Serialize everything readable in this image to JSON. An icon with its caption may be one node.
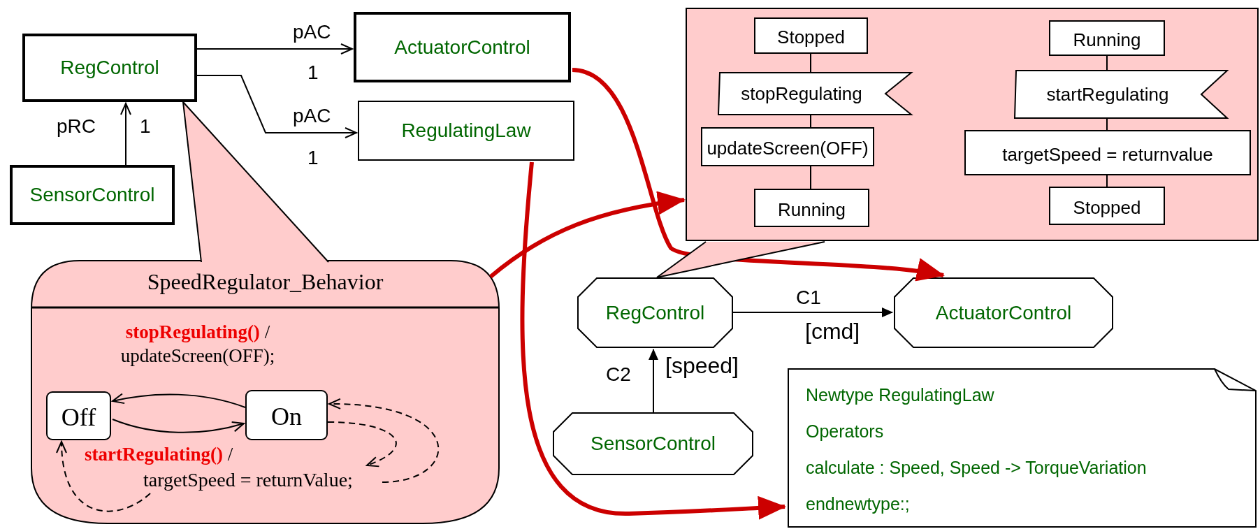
{
  "diagram": {
    "nodes": [
      {
        "text": [
          "RegControl"
        ]
      },
      {
        "text": [
          "ActuatorControl"
        ]
      },
      {
        "text": [
          "RegulatingLaw"
        ]
      },
      {
        "text": [
          "SensorControl"
        ]
      },
      {
        "text": [
          "SpeedRegulator_Behavior"
        ]
      },
      {
        "text": [
          "Off"
        ],
        "in": 4
      },
      {
        "text": [
          "On"
        ],
        "in": 4
      },
      {
        "text": [
          "targetSpeed = returnValue;"
        ],
        "in": 4
      },
      {
        "text": [],
        "shape": "box"
      },
      {
        "text": [
          "Stopped"
        ],
        "in": 8
      },
      {
        "text": [
          "stopRegulating"
        ],
        "in": 8
      },
      {
        "text": [
          "updateScreen(OFF)"
        ],
        "in": 8
      },
      {
        "text": [
          "Running"
        ],
        "in": 8
      },
      {
        "text": [
          "Running"
        ],
        "in": 8
      },
      {
        "text": [
          "startRegulating"
        ],
        "in": 8
      },
      {
        "text": [
          "targetSpeed = returnvalue"
        ],
        "in": 8
      },
      {
        "text": [
          "Stopped"
        ],
        "in": 8
      },
      {
        "text": [
          "RegControl"
        ]
      },
      {
        "text": [
          "ActuatorControl"
        ]
      },
      {
        "text": [
          "SensorControl"
        ]
      },
      {
        "text": [
          "Newtype RegulatingLaw",
          "Operators",
          "calculate : Speed, Speed -> TorqueVariation",
          "endnewtype:;"
        ]
      }
    ],
    "edges": [
      {
        "from": 0,
        "to": 1,
        "arrow": "to",
        "label": "pAC"
      },
      {
        "from": 0,
        "to": 2,
        "arrow": "to",
        "label": "pAC"
      },
      {
        "from": 3,
        "to": 0,
        "arrow": "to",
        "label": "pRC"
      },
      {
        "from": 4,
        "to": 0,
        "arrow": "none"
      },
      {
        "from": 6,
        "to": 5,
        "arrow": "to",
        "label": "**stopRegulating()** / updateScreen(OFF);"
      },
      {
        "from": 5,
        "to": 6,
        "arrow": "to",
        "label": "**startRegulating()** /"
      },
      {
        "from": 6,
        "to": 7,
        "arrow": "to",
        "style": "dashed"
      },
      {
        "from": 7,
        "to": 6,
        "arrow": "to",
        "style": "dashed"
      },
      {
        "from": 7,
        "to": 5,
        "arrow": "to",
        "style": "dashed"
      },
      {
        "from": 4,
        "to": 8,
        "arrow": "to",
        "style": "thick",
        "color": "#cc0000"
      },
      {
        "from": 2,
        "to": 20,
        "arrow": "to",
        "style": "thick",
        "color": "#cc0000"
      },
      {
        "from": 1,
        "to": 18,
        "arrow": "to",
        "style": "thick",
        "color": "#cc0000"
      },
      {
        "from": 8,
        "to": 17,
        "arrow": "none"
      },
      {
        "from": 9,
        "to": 10,
        "arrow": "none"
      },
      {
        "from": 10,
        "to": 11,
        "arrow": "none"
      },
      {
        "from": 11,
        "to": 12,
        "arrow": "none"
      },
      {
        "from": 13,
        "to": 14,
        "arrow": "none"
      },
      {
        "from": 14,
        "to": 15,
        "arrow": "none"
      },
      {
        "from": 15,
        "to": 16,
        "arrow": "none"
      },
      {
        "from": 17,
        "to": 18,
        "arrow": "to",
        "label": "C1"
      },
      {
        "from": 19,
        "to": 17,
        "arrow": "to",
        "label": "C2"
      }
    ],
    "labels": [
      "1",
      "1",
      "1",
      "[cmd]",
      "[speed]"
    ]
  }
}
